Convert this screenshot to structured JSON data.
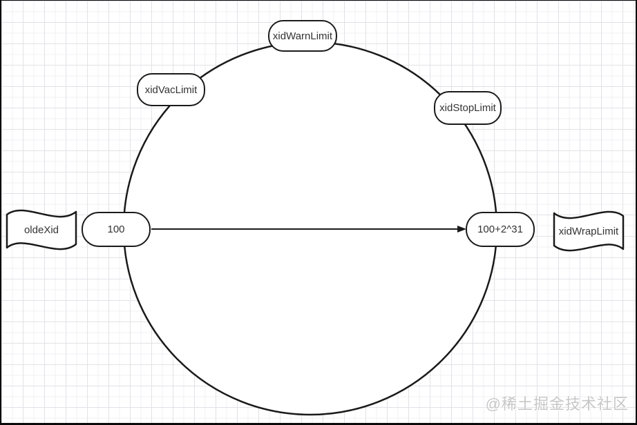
{
  "nodes": {
    "xid_warn": {
      "label": "xidWarnLimit"
    },
    "xid_vac": {
      "label": "xidVacLimit"
    },
    "xid_stop": {
      "label": "xidStopLimit"
    },
    "start_value": {
      "label": "100"
    },
    "end_value": {
      "label": "100+2^31"
    },
    "olde_xid": {
      "label": "oldeXid"
    },
    "xid_wrap": {
      "label": "xidWrapLimit"
    }
  },
  "watermark": {
    "text": "@稀土掘金技术社区"
  },
  "colors": {
    "shape_stroke": "#1a1a1a",
    "shape_fill": "#ffffff",
    "text": "#333333",
    "grid_major": "#e2e2e7",
    "grid_minor": "#f1f1f4",
    "watermark": "#c7c7c7"
  }
}
